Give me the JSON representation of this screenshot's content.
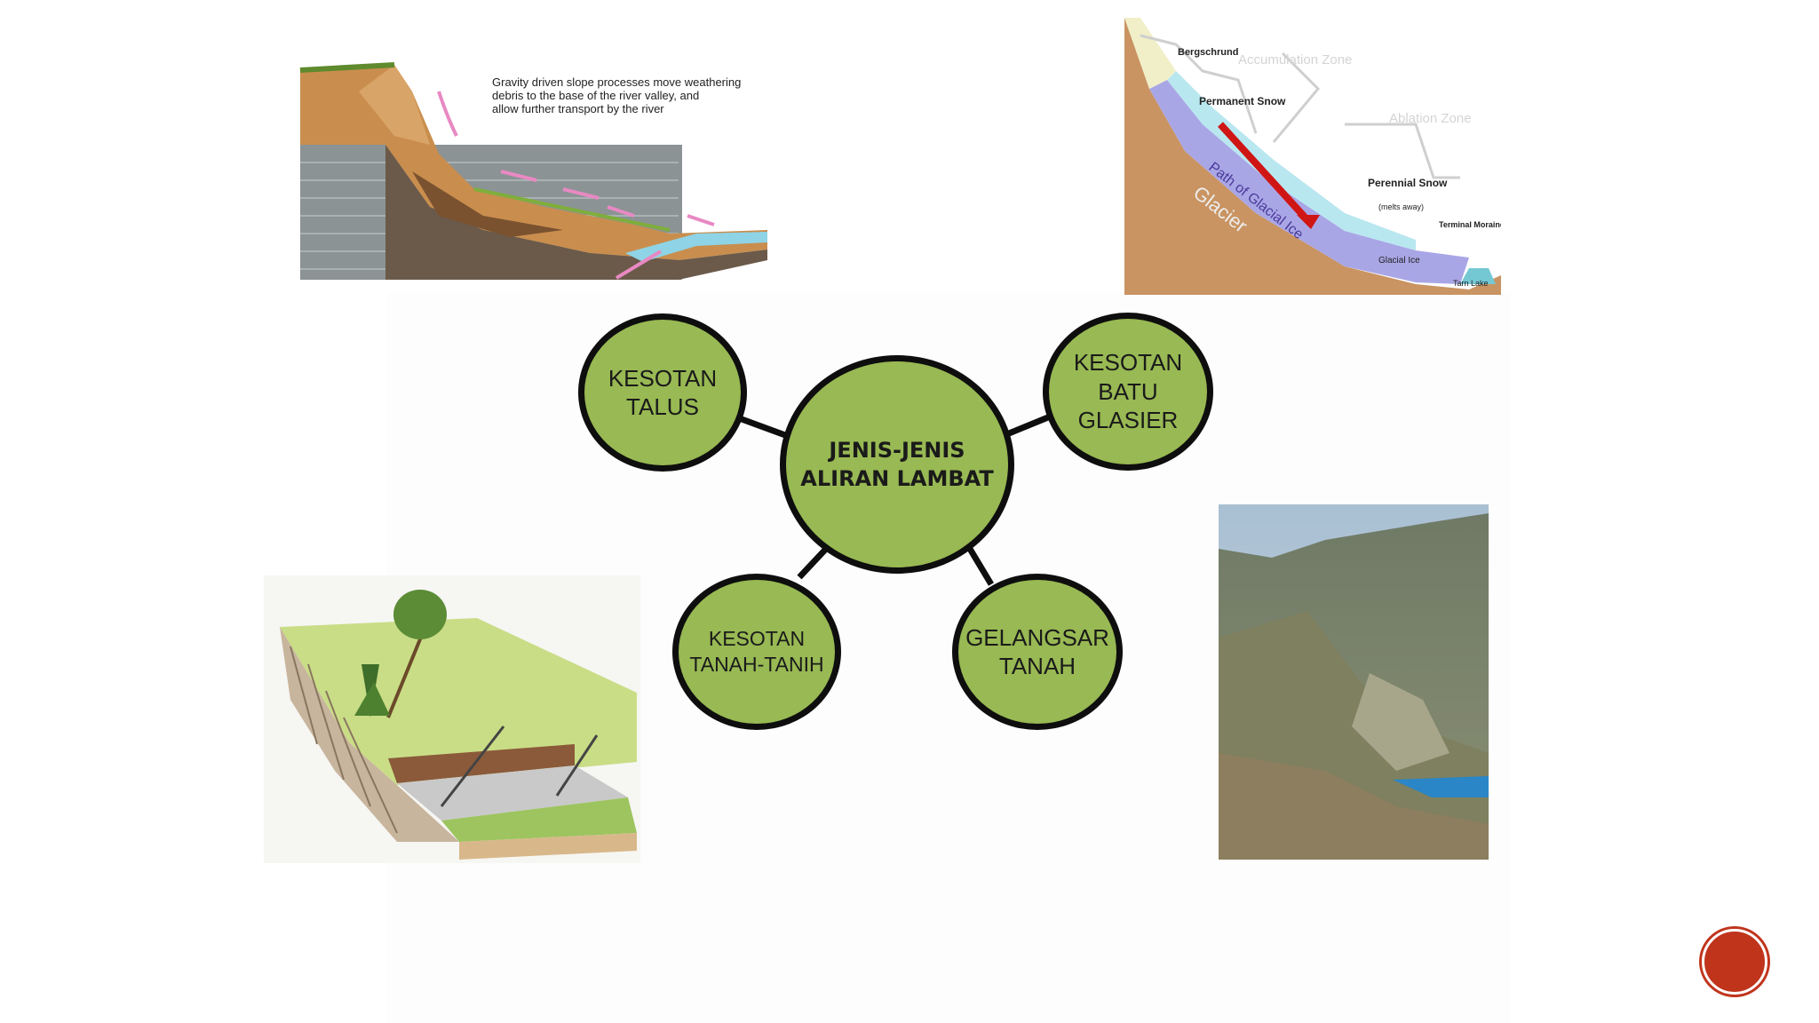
{
  "concept_map": {
    "center": "JENIS-JENIS\nALIRAN LAMBAT",
    "talus": "KESOTAN\nTALUS",
    "glasier": "KESOTAN\nBATU\nGLASIER",
    "tanih": "KESOTAN\nTANAH-TANIH",
    "gelangsar": "GELANGSAR\nTANAH"
  },
  "slope_diagram": {
    "caption": "Gravity driven slope processes move weathering debris to the base of the river valley, and allow further transport by the river"
  },
  "glacier_diagram": {
    "bergschrund": "Bergschrund",
    "accumulation_zone": "Accumulation Zone",
    "ablation_zone": "Ablation Zone",
    "permanent_snow": "Permanent Snow",
    "perennial_snow": "Perennial Snow",
    "perennial_snow_note": "(melts away)",
    "path_of_glacial_ice": "Path of Glacial Ice",
    "glacier": "Glacier",
    "glacial_ice": "Glacial Ice",
    "terminal_moraines": "Terminal Moraines",
    "tarn_lake": "Tarn Lake"
  },
  "colors": {
    "node_fill": "#98b953",
    "node_border": "#0e0e0e",
    "badge": "#c0341c"
  }
}
